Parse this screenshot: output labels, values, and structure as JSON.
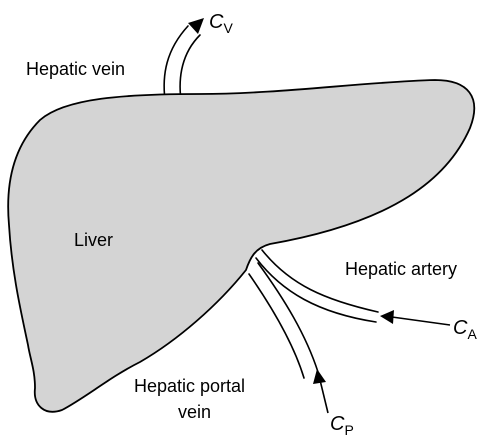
{
  "diagram": {
    "colors": {
      "liver_fill": "#d4d4d4",
      "outline": "#000000",
      "background": "#ffffff"
    },
    "labels": {
      "hepatic_vein": "Hepatic vein",
      "liver": "Liver",
      "hepatic_artery": "Hepatic artery",
      "hepatic_portal_vein_line1": "Hepatic portal",
      "hepatic_portal_vein_line2": "vein"
    },
    "concentrations": {
      "venous": {
        "symbol": "C",
        "subscript": "V"
      },
      "arterial": {
        "symbol": "C",
        "subscript": "A"
      },
      "portal": {
        "symbol": "C",
        "subscript": "P"
      }
    }
  }
}
